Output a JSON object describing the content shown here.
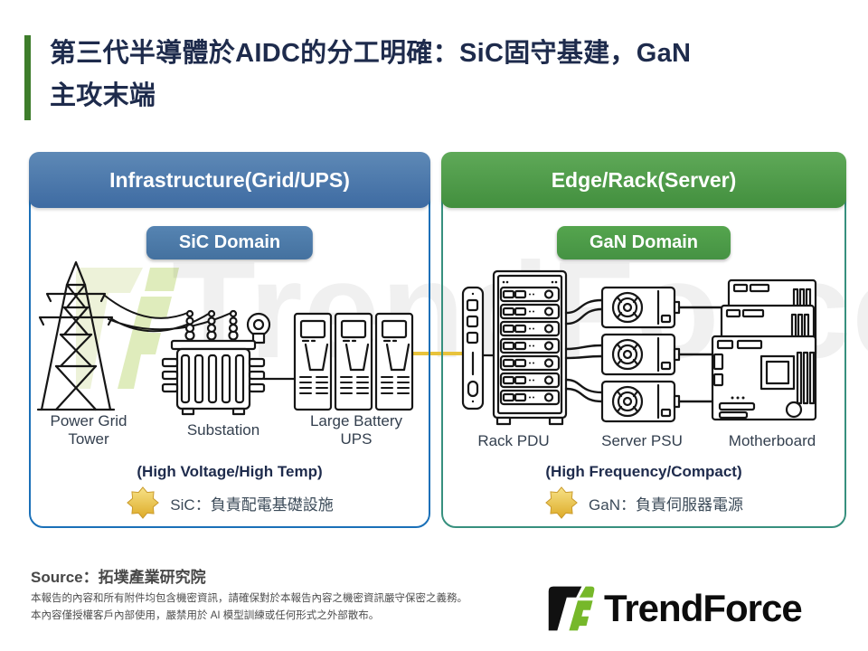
{
  "title": {
    "line1": "第三代半導體於AIDC的分工明確：SiC固守基建，GaN",
    "line2": "主攻末端"
  },
  "left_panel": {
    "header": "Infrastructure(Grid/UPS)",
    "badge": "SiC Domain",
    "labels": {
      "tower": [
        "Power Grid",
        "Tower"
      ],
      "substation": [
        "Substation"
      ],
      "ups": [
        "Large Battery",
        "UPS"
      ]
    },
    "subtitle": "(High Voltage/High Temp)",
    "highlight": "SiC：負責配電基礎設施",
    "icons": [
      "power-grid-tower-icon",
      "substation-icon",
      "battery-ups-icon"
    ],
    "colors": {
      "header": "#4a77a9",
      "border": "#1a70b8"
    }
  },
  "right_panel": {
    "header": "Edge/Rack(Server)",
    "badge": "GaN Domain",
    "labels": {
      "pdu": [
        "Rack PDU"
      ],
      "psu": [
        "Server PSU"
      ],
      "motherboard": [
        "Motherboard"
      ]
    },
    "subtitle": "(High Frequency/Compact)",
    "highlight": "GaN：負責伺服器電源",
    "icons": [
      "rack-pdu-icon",
      "server-psu-icon",
      "motherboard-icon"
    ],
    "colors": {
      "header": "#4c9b47",
      "border": "#37907e"
    }
  },
  "connector": {
    "color": "#e8c33c"
  },
  "star": {
    "icon": "star-icon",
    "color": "#e8c23a"
  },
  "watermark": {
    "text": "TrendForce"
  },
  "footer": {
    "source": "Source：拓墣產業研究院",
    "disclaimer_line1": "本報告的內容和所有附件均包含機密資訊，請確保對於本報告內容之機密資訊嚴守保密之義務。",
    "disclaimer_line2": "本內容僅授權客戶內部使用，嚴禁用於 AI 模型訓練或任何形式之外部散布。",
    "logo_text": "TrendForce"
  },
  "theme": {
    "accent_green_bar": "#3e7d2b",
    "title_navy": "#1e2b4c",
    "logo_green": "#76b82a"
  }
}
